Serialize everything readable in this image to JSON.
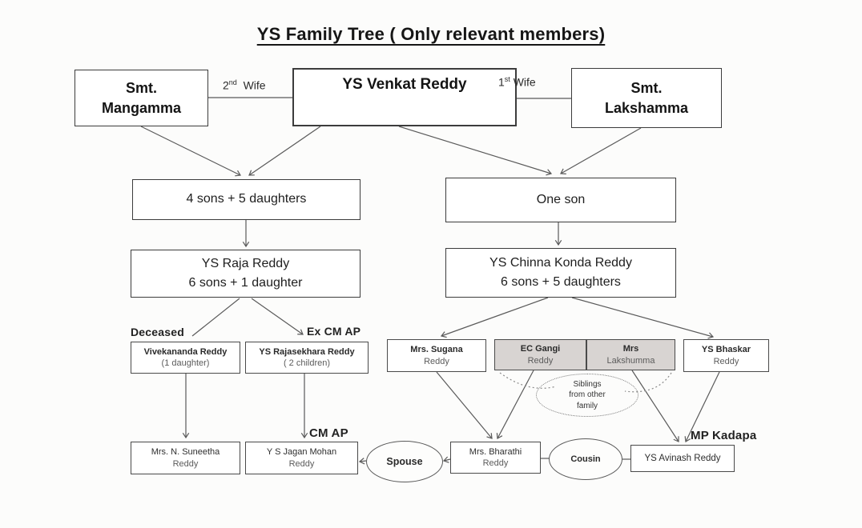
{
  "title": "YS Family Tree ( Only relevant members)",
  "relations": {
    "wife2": {
      "number": "2",
      "ordinal": "nd",
      "text": "Wife"
    },
    "wife1": {
      "number": "1",
      "ordinal": "st",
      "text": "Wife"
    },
    "spouse": "Spouse",
    "cousin": "Cousin",
    "siblings": {
      "line1": "Siblings",
      "line2": "from other",
      "line3": "family"
    }
  },
  "annotations": {
    "deceased": "Deceased",
    "ex_cm_ap": "Ex CM AP",
    "cm_ap": "CM AP",
    "mp_kadapa": "MP Kadapa"
  },
  "nodes": {
    "mangamma": {
      "line1": "Smt.",
      "line2": "Mangamma"
    },
    "venkat": {
      "line1": "YS Venkat Reddy"
    },
    "lakshamma": {
      "line1": "Smt.",
      "line2": "Lakshamma"
    },
    "children_left": {
      "line1": "4 sons + 5 daughters"
    },
    "children_right": {
      "line1": "One son"
    },
    "raja": {
      "line1": "YS Raja Reddy",
      "line2": "6  sons + 1 daughter"
    },
    "chinna": {
      "line1": "YS Chinna Konda Reddy",
      "line2": "6 sons + 5 daughters"
    },
    "vivekananda": {
      "line1": "Vivekananda Reddy",
      "line2": "(1 daughter)"
    },
    "rajasekhara": {
      "line1": "YS Rajasekhara Reddy",
      "line2": "( 2 children)"
    },
    "sugana": {
      "line1": "Mrs. Sugana",
      "line2": "Reddy"
    },
    "gangi": {
      "line1": "EC Gangi",
      "line2": "Reddy"
    },
    "lakshumma": {
      "line1": "Mrs",
      "line2": "Lakshumma"
    },
    "bhaskar": {
      "line1": "YS Bhaskar",
      "line2": "Reddy"
    },
    "suneetha": {
      "line1": "Mrs. N. Suneetha",
      "line2": "Reddy"
    },
    "jagan": {
      "line1": "Y S Jagan Mohan",
      "line2": "Reddy"
    },
    "bharathi": {
      "line1": "Mrs. Bharathi",
      "line2": "Reddy"
    },
    "avinash": {
      "line1": "YS Avinash Reddy"
    }
  },
  "colors": {
    "shaded_box": "#d8d4d2",
    "box_border": "#3c3c3c",
    "arrow": "#5a5a5a"
  }
}
